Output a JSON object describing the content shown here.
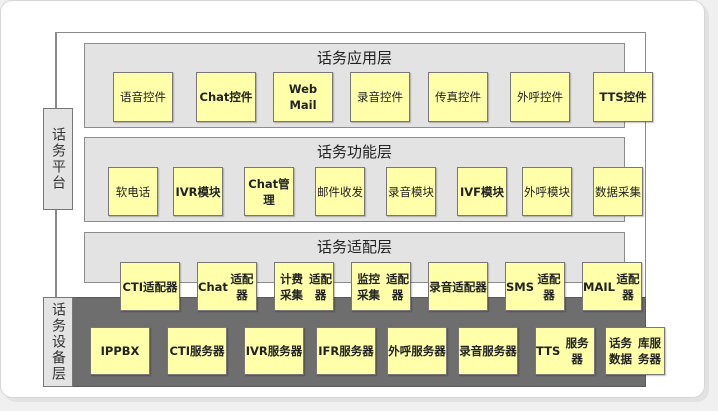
{
  "platform_label": "话务平台",
  "device_label": "话务设备层",
  "app_layer": {
    "title": "话务应用层",
    "items": [
      "语音控件",
      "Chat控件",
      "Web Mail",
      "录音控件",
      "传真控件",
      "外呼控件",
      "TTS控件"
    ]
  },
  "function_layer": {
    "title": "话务功能层",
    "items": [
      "软电话",
      "IVR模块",
      "Chat管理",
      "邮件收发",
      "录音模块",
      "IVF模块",
      "外呼模块",
      "数据采集"
    ]
  },
  "adapter_layer": {
    "title": "话务适配层",
    "items": [
      {
        "line1": "CTI",
        "line2": "适配器"
      },
      {
        "line1": "Chat",
        "line2": "适配器"
      },
      {
        "line1": "计费采集",
        "line2": "适配器"
      },
      {
        "line1": "监控采集",
        "line2": "适配器"
      },
      {
        "line1": "录音",
        "line2": "适配器"
      },
      {
        "line1": "SMS",
        "line2": "适配器"
      },
      {
        "line1": "MAIL",
        "line2": "适配器"
      }
    ]
  },
  "device_layer": {
    "items": [
      {
        "line1": "IP",
        "line2": "PBX"
      },
      {
        "line1": "CTI",
        "line2": "服务器"
      },
      {
        "line1": "IVR",
        "line2": "服务器"
      },
      {
        "line1": "IFR",
        "line2": "服务器"
      },
      {
        "line1": "外呼",
        "line2": "服务器"
      },
      {
        "line1": "录音",
        "line2": "服务器"
      },
      {
        "line1": "TTS",
        "line2": "服务器"
      },
      {
        "line1": "话务数据",
        "line2": "库服务器"
      }
    ]
  },
  "colors": {
    "box_fill": "#ffffaa",
    "layer_fill": "#e3e3e3",
    "device_fill": "#6e6e6e"
  }
}
